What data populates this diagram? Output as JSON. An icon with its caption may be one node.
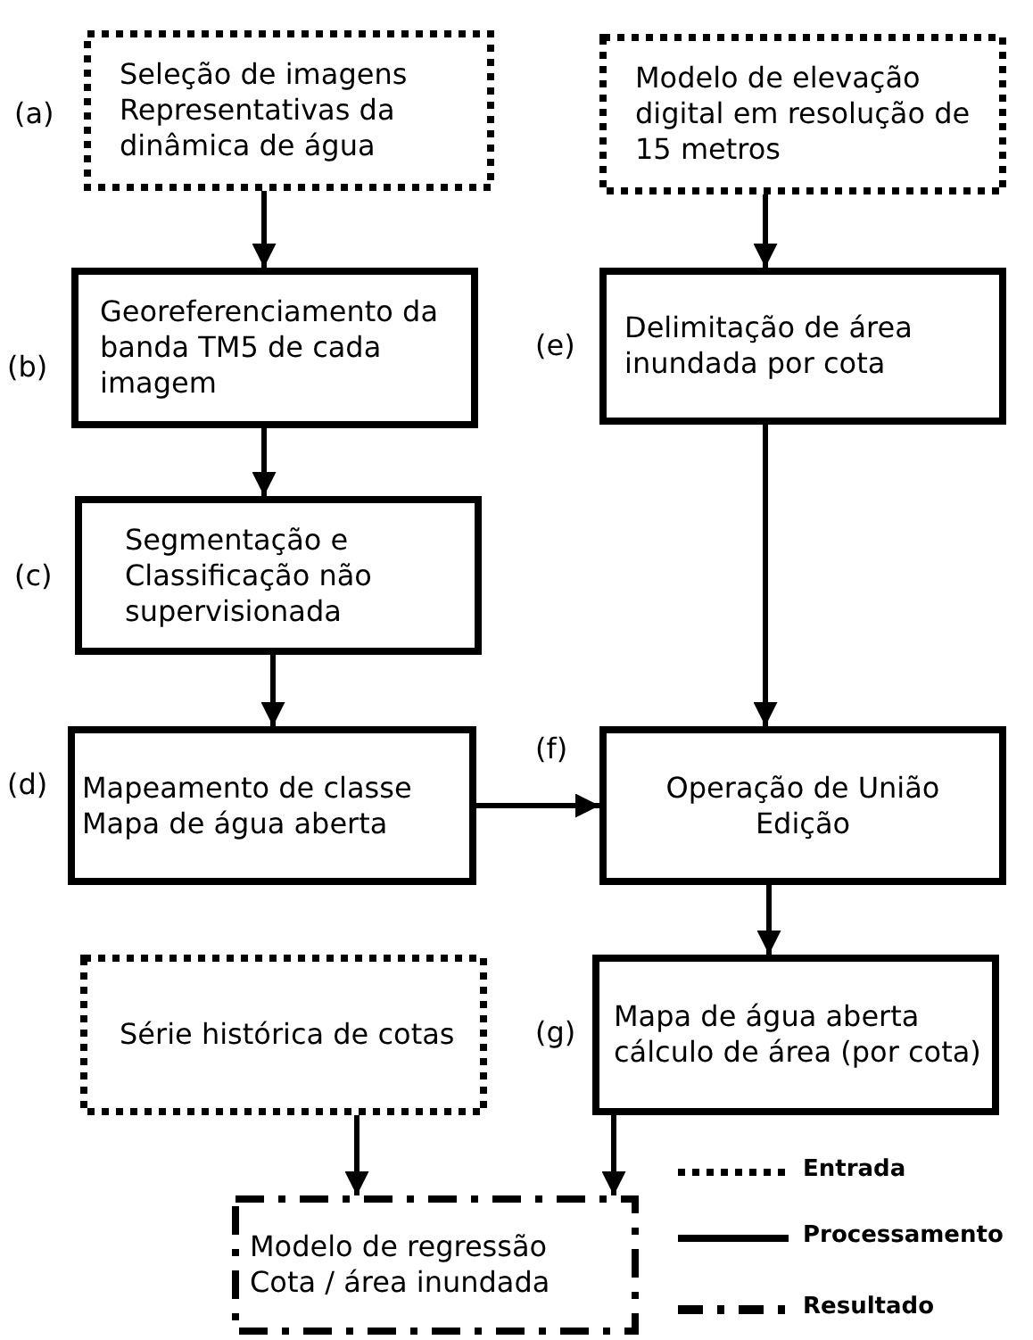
{
  "diagram": {
    "nodes": [
      {
        "text": [
          "Seleção de imagens Representativas da dinâmica de água"
        ],
        "beside": [
          "(a)"
        ]
      },
      {
        "text": [
          "Modelo de elevação digital em resolução de 15 metros"
        ]
      },
      {
        "text": [
          "Georeferenciamento da banda TM5 de cada imagem"
        ],
        "beside": [
          "(b)"
        ]
      },
      {
        "text": [
          "Delimitação de área inundada por cota"
        ],
        "beside": [
          "(e)"
        ]
      },
      {
        "text": [
          "Segmentação e Classificação não supervisionada"
        ],
        "beside": [
          "(c)"
        ]
      },
      {
        "text": [
          "Mapeamento de classe Mapa de água aberta"
        ],
        "beside": [
          "(d)"
        ]
      },
      {
        "text": [
          "Operação de União Edição"
        ],
        "beside": [
          "(f)"
        ]
      },
      {
        "text": [
          "Série histórica de cotas"
        ]
      },
      {
        "text": [
          "Mapa de água aberta cálculo de área (por cota)"
        ],
        "beside": [
          "(g)"
        ]
      },
      {
        "text": [
          "Modelo de regressão Cota / área inundada"
        ]
      }
    ],
    "edges": [
      {
        "from": 0,
        "to": 2,
        "arrow": "to"
      },
      {
        "from": 2,
        "to": 4,
        "arrow": "to"
      },
      {
        "from": 4,
        "to": 5,
        "arrow": "to"
      },
      {
        "from": 1,
        "to": 3,
        "arrow": "to"
      },
      {
        "from": 3,
        "to": 6,
        "arrow": "to"
      },
      {
        "from": 5,
        "to": 6,
        "arrow": "to"
      },
      {
        "from": 6,
        "to": 8,
        "arrow": "to"
      },
      {
        "from": 7,
        "to": 9,
        "arrow": "to"
      },
      {
        "from": 8,
        "to": 9,
        "arrow": "to"
      }
    ],
    "legend": [
      {
        "text": "Entrada"
      },
      {
        "text": "Processamento"
      },
      {
        "text": "Resultado"
      }
    ]
  }
}
